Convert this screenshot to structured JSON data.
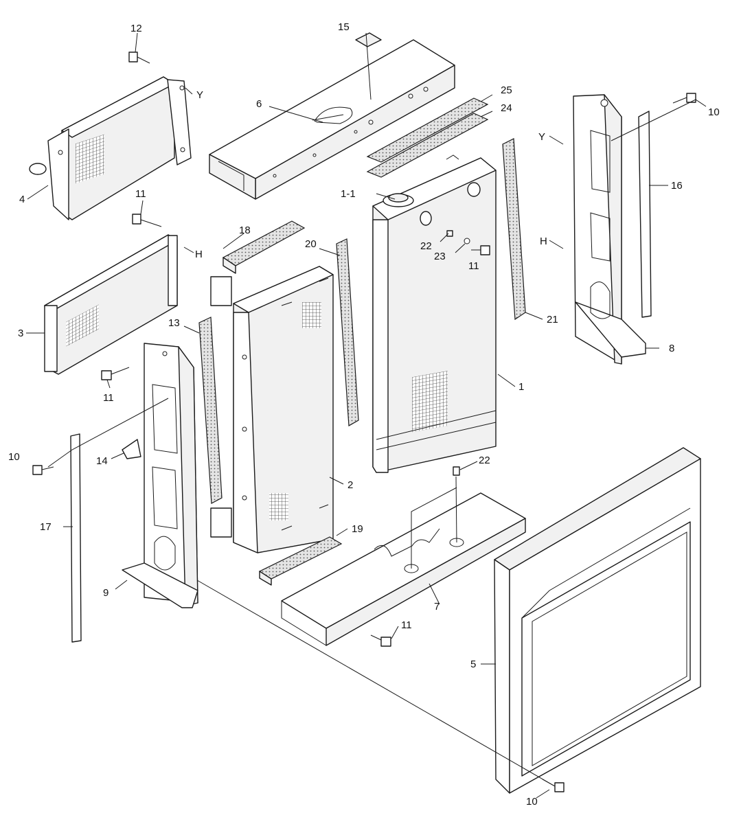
{
  "callouts": {
    "c1": "1",
    "c1_1": "1-1",
    "c2": "2",
    "c3": "3",
    "c4": "4",
    "c5": "5",
    "c6": "6",
    "c7": "7",
    "c8": "8",
    "c9": "9",
    "c10a": "10",
    "c10b": "10",
    "c10c": "10",
    "c11a": "11",
    "c11b": "11",
    "c11c": "11",
    "c11d": "11",
    "c12": "12",
    "c13": "13",
    "c14": "14",
    "c15": "15",
    "c16": "16",
    "c17": "17",
    "c18": "18",
    "c19": "19",
    "c20": "20",
    "c21": "21",
    "c22a": "22",
    "c22b": "22",
    "c23": "23",
    "c24": "24",
    "c25": "25",
    "yA": "Y",
    "yB": "Y",
    "hA": "H",
    "hB": "H"
  },
  "colors": {
    "line": "#1a1a1a",
    "background": "#ffffff",
    "dots": "#555555"
  }
}
